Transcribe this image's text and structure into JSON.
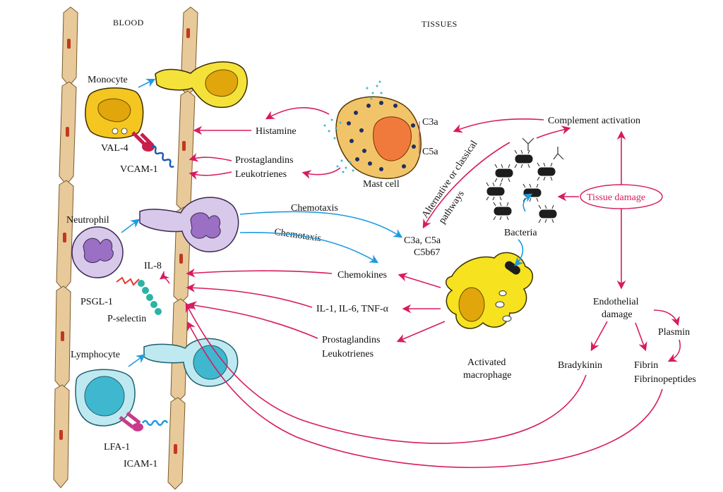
{
  "headers": {
    "blood": "BLOOD",
    "tissues": "TISSUES"
  },
  "labels": {
    "monocyte": "Monocyte",
    "val4": "VAL-4",
    "vcam1": "VCAM-1",
    "neutrophil": "Neutrophil",
    "il8": "IL-8",
    "psgl1": "PSGL-1",
    "pselectin": "P-selectin",
    "lymphocyte": "Lymphocyte",
    "lfa1": "LFA-1",
    "icam1": "ICAM-1",
    "histamine": "Histamine",
    "prostaglandins_top": "Prostaglandins",
    "leukotrienes_top": "Leukotrienes",
    "mast_cell": "Mast cell",
    "c3a_mast": "C3a",
    "c5a_mast": "C5a",
    "chemotaxis_1": "Chemotaxis",
    "chemotaxis_2": "Chemotaxis",
    "c3a_c5a": "C3a, C5a",
    "c5b67": "C5b67",
    "chemokines": "Chemokines",
    "cytokines": "IL-1, IL-6, TNF-α",
    "prostaglandins_bottom": "Prostaglandins",
    "leukotrienes_bottom": "Leukotrienes",
    "activated_macrophage_1": "Activated",
    "activated_macrophage_2": "macrophage",
    "alt_pathway_1": "Alternative or classical",
    "alt_pathway_2": "pathways",
    "complement_activation": "Complement activation",
    "bacteria": "Bacteria",
    "tissue_damage": "Tissue damage",
    "endothelial_1": "Endothelial",
    "endothelial_2": "damage",
    "plasmin": "Plasmin",
    "bradykinin": "Bradykinin",
    "fibrin": "Fibrin",
    "fibrinopeptides": "Fibrinopeptides"
  },
  "colors": {
    "arrow_pink": "#d81b60",
    "arrow_blue": "#1e9be0",
    "vessel_fill": "#e8c99a",
    "vessel_nucleus": "#c0391e",
    "monocyte": "#f4c61f",
    "neutrophil": "#d8c8ea",
    "neutrophil_nucleus": "#9b6fc4",
    "lymphocyte": "#bfe9f0",
    "lymphocyte_nucleus": "#3fb8cf",
    "mast_cell": "#f2c46a",
    "mast_nucleus": "#f07a3c",
    "macrophage": "#f6e21e",
    "bacteria": "#1d1d1d"
  }
}
